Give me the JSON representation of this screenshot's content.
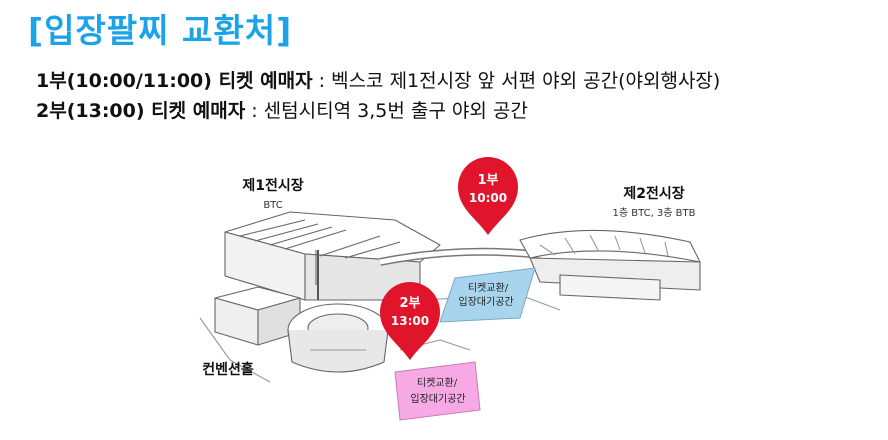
{
  "title": "[입장팔찌 교환처]",
  "sessions": [
    {
      "label": "1부(10:00/11:00) 티켓 예매자",
      "separator": " : ",
      "place": "벡스코 제1전시장 앞 서편 야외 공간(야외행사장)"
    },
    {
      "label": "2부(13:00) 티켓 예매자",
      "separator": " : ",
      "place": "센텀시티역 3,5번 출구 야외 공간"
    }
  ],
  "map": {
    "hall1": {
      "name": "제1전시장",
      "sub": "BTC"
    },
    "hall2": {
      "name": "제2전시장",
      "sub": "1층 BTC, 3층 BTB"
    },
    "convention": {
      "name": "컨벤션홀"
    },
    "pin1": {
      "line1": "1부",
      "line2": "10:00"
    },
    "pin2": {
      "line1": "2부",
      "line2": "13:00"
    },
    "zone1": {
      "line1": "티켓교환/",
      "line2": "입장대기공간"
    },
    "zone2": {
      "line1": "티켓교환/",
      "line2": "입장대기공간"
    },
    "colors": {
      "title": "#1aa3e8",
      "pin": "#e0142b",
      "zone1": "#a9d4ee",
      "zone2": "#f6a9e4"
    }
  }
}
